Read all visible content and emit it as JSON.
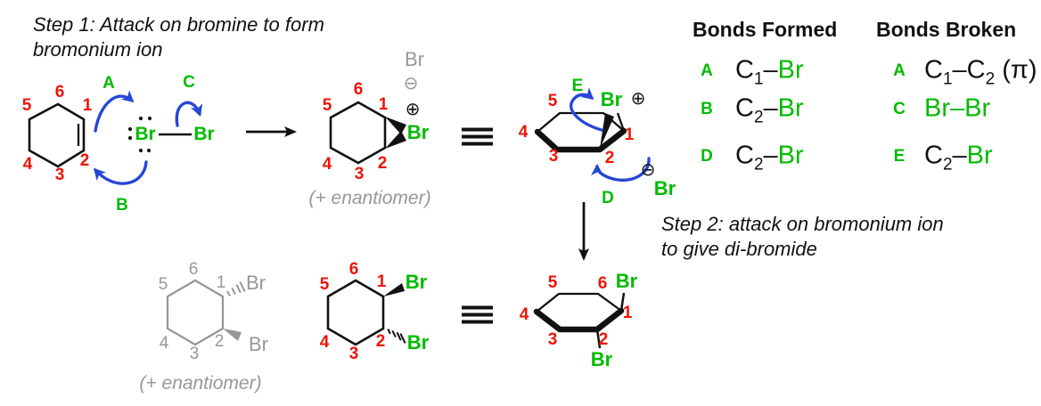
{
  "step1_title": {
    "line1": "Step 1: Attack on bromine to form",
    "line2": "bromonium ion"
  },
  "step2_title": {
    "line1": "Step 2: attack on bromonium ion",
    "line2": "to give di-bromide"
  },
  "arrow_labels": {
    "a": "A",
    "b": "B",
    "c": "C",
    "d": "D",
    "e": "E"
  },
  "symbols": {
    "plus_charge": "⊕",
    "minus_charge": "⊖",
    "equivalence": "≡"
  },
  "reactant": {
    "numbers": {
      "c1": "1",
      "c2": "2",
      "c3": "3",
      "c4": "4",
      "c5": "5",
      "c6": "6"
    }
  },
  "bromine": {
    "br_left": "Br",
    "br_right": "Br"
  },
  "bromonium": {
    "numbers": {
      "c1": "1",
      "c2": "2",
      "c3": "3",
      "c4": "4",
      "c5": "5",
      "c6": "6"
    },
    "br_bridge": "Br",
    "counterion_br": "Br",
    "enantiomer_note": "(+ enantiomer)"
  },
  "bromonium_3d": {
    "numbers": {
      "c1": "1",
      "c2": "2",
      "c3": "3",
      "c4": "4",
      "c5": "5"
    },
    "br_bridge": "Br",
    "counterion_br": "Br"
  },
  "dibromide_gray": {
    "numbers": {
      "c1": "1",
      "c2": "2",
      "c3": "3",
      "c4": "4",
      "c5": "5",
      "c6": "6"
    },
    "br_c1": "Br",
    "br_c2": "Br",
    "enantiomer_note": "(+ enantiomer)"
  },
  "dibromide": {
    "numbers": {
      "c1": "1",
      "c2": "2",
      "c3": "3",
      "c4": "4",
      "c5": "5",
      "c6": "6"
    },
    "br_c1": "Br",
    "br_c2": "Br"
  },
  "dibromide_3d": {
    "numbers": {
      "c1": "1",
      "c2": "2",
      "c3": "3",
      "c4": "4",
      "c5": "5",
      "c6": "6"
    },
    "br_c1": "Br",
    "br_c2": "Br"
  },
  "bonds_formed": {
    "title": "Bonds Formed",
    "rows": [
      {
        "label": "A",
        "atom1": "C",
        "sub1": "1",
        "dash": "–",
        "atom2": "Br"
      },
      {
        "label": "B",
        "atom1": "C",
        "sub1": "2",
        "dash": "–",
        "atom2": "Br"
      },
      {
        "label": "D",
        "atom1": "C",
        "sub1": "2",
        "dash": "–",
        "atom2": "Br"
      }
    ]
  },
  "bonds_broken": {
    "title": "Bonds Broken",
    "rows": [
      {
        "label": "A",
        "atom1": "C",
        "sub1": "1",
        "dash": "–",
        "atom2": "C",
        "sub2": "2",
        "suffix": "(π)"
      },
      {
        "label": "C",
        "formula_green": "Br–Br"
      },
      {
        "label": "E",
        "atom1": "C",
        "sub1": "2",
        "dash": "–",
        "atom2": "Br"
      }
    ]
  },
  "colors": {
    "carbon_red": "#ee1507",
    "bromine_green": "#00bb00",
    "arrow_blue": "#2647d6",
    "muted_gray": "#979797",
    "ink_black": "#111111"
  }
}
